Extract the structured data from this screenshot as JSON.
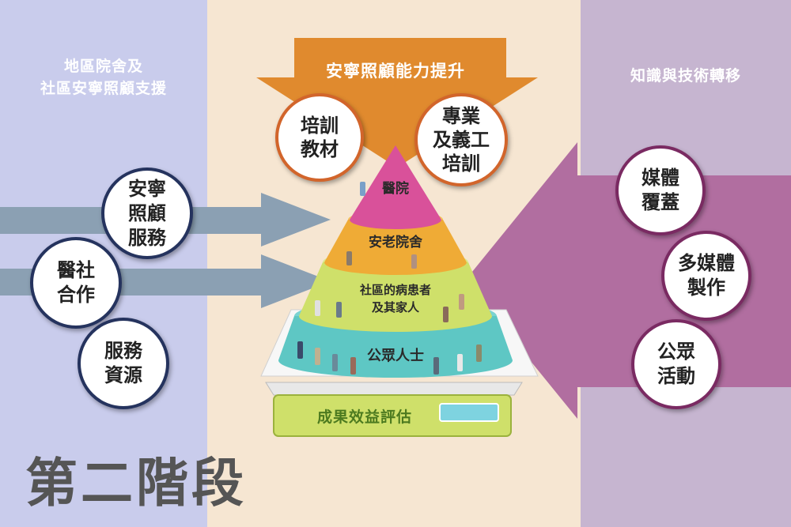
{
  "left_column": {
    "title": "地區院舍及\n社區安寧照顧支援",
    "circles": [
      "安寧\n照顧\n服務",
      "醫社\n合作",
      "服務\n資源"
    ]
  },
  "center": {
    "banner": "安寧照顧能力提升",
    "top_circles": [
      "培訓\n教材",
      "專業\n及義工\n培訓"
    ],
    "pyramid_tiers": [
      "醫院",
      "安老院舍",
      "社區的病患者\n及其家人",
      "公眾人士"
    ],
    "evaluation_label": "成果效益評估"
  },
  "right_column": {
    "title": "知識與技術轉移",
    "circles": [
      "媒體\n覆蓋",
      "多媒體\n製作",
      "公眾\n活動"
    ]
  },
  "stage_title": "第二階段",
  "colors": {
    "left_bg": "#c9ccec",
    "center_bg": "#f6e6d2",
    "right_bg": "#c6b5d0",
    "banner_orange": "#e08a2e",
    "left_arrow": "#8ba0b3",
    "right_arrow": "#b16ea0",
    "tier_hospital": "#d9519a",
    "tier_elderly_home": "#efab36",
    "tier_community": "#cfe06a",
    "tier_public": "#5ec7c4"
  }
}
